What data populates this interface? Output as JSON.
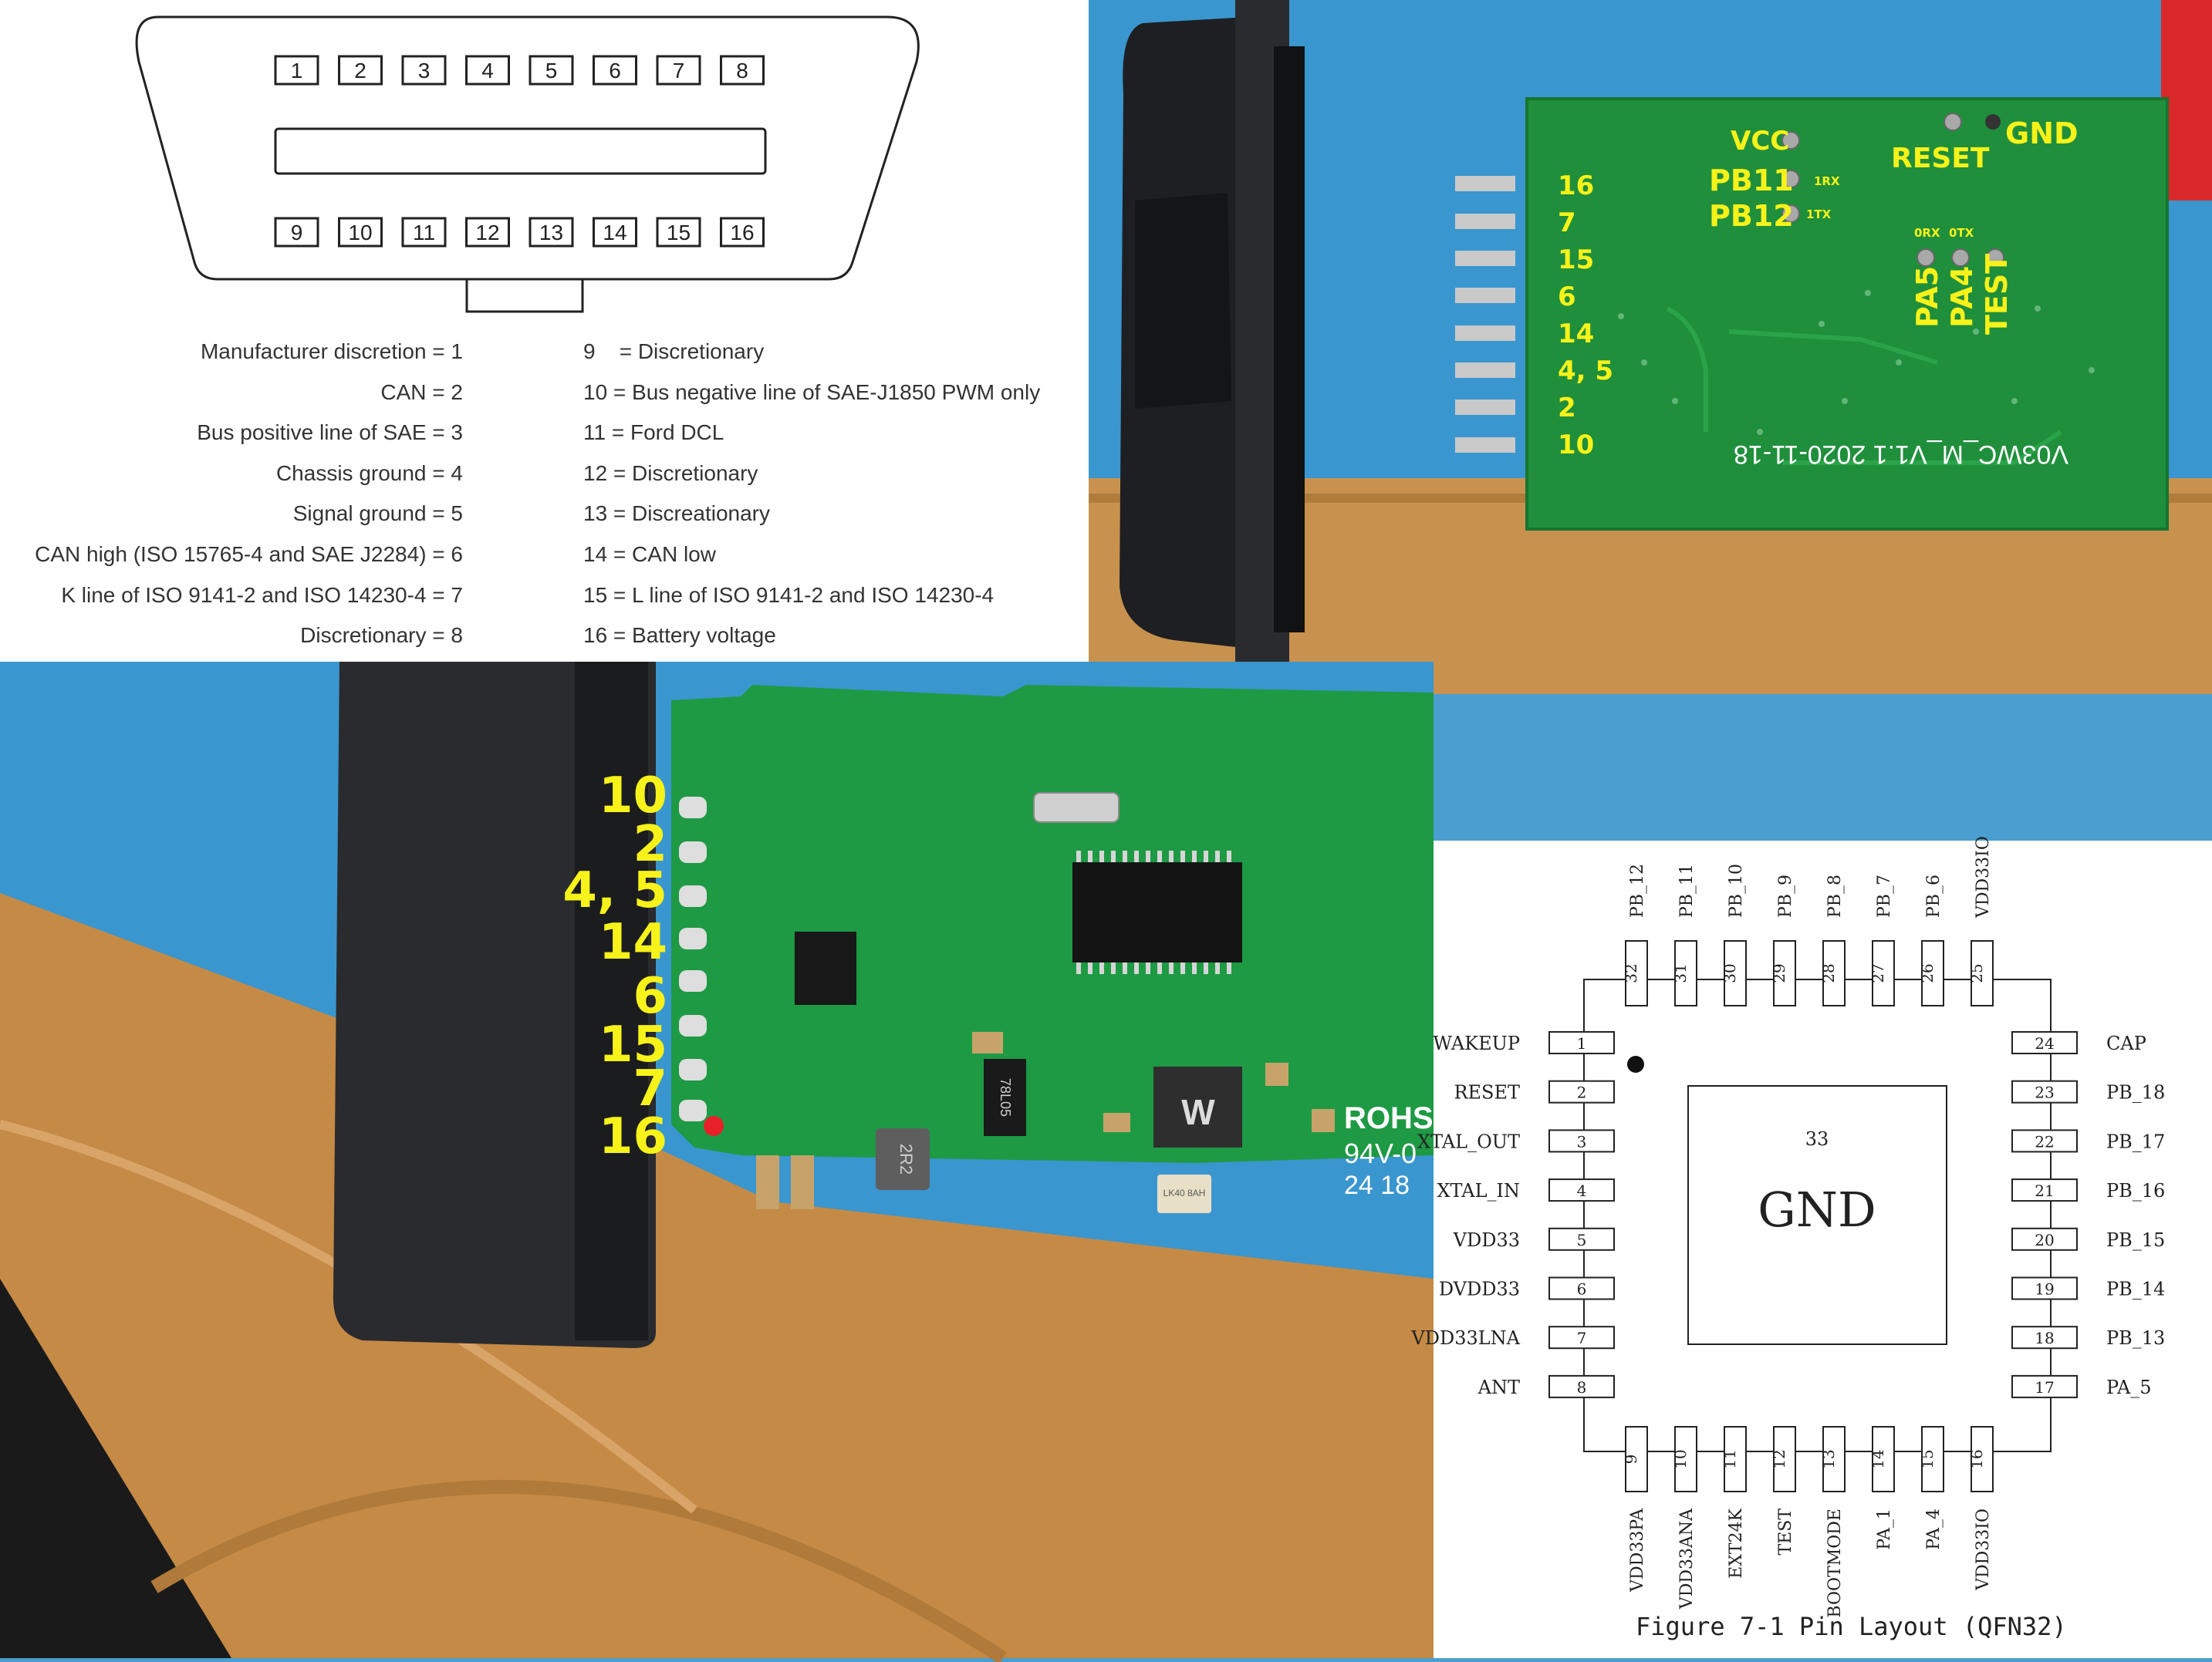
{
  "obd_connector": {
    "top_pins": [
      "1",
      "2",
      "3",
      "4",
      "5",
      "6",
      "7",
      "8"
    ],
    "bottom_pins": [
      "9",
      "10",
      "11",
      "12",
      "13",
      "14",
      "15",
      "16"
    ],
    "left_legend": [
      "Manufacturer discretion = 1",
      "CAN = 2",
      "Bus positive line of SAE = 3",
      "Chassis ground = 4",
      "Signal ground = 5",
      "CAN high (ISO 15765-4 and SAE J2284) = 6",
      "K line of ISO 9141-2 and ISO 14230-4 = 7",
      "Discretionary = 8"
    ],
    "right_legend": [
      "9    = Discretionary",
      "10 = Bus negative line of SAE-J1850 PWM only",
      "11 = Ford DCL",
      "12 = Discretionary",
      "13 = Discreationary",
      "14 = CAN low",
      "15 = L line of ISO 9141-2 and ISO 14230-4",
      "16 = Battery voltage"
    ]
  },
  "pcb_back": {
    "connector_pin_labels": [
      "16",
      "7",
      "15",
      "6",
      "14",
      "4, 5",
      "2",
      "10"
    ],
    "pad_labels": {
      "vcc": "VCC",
      "reset": "RESET",
      "gnd": "GND",
      "pb11": "PB11",
      "pb12": "PB12",
      "pa5": "PA5",
      "pa4": "PA4",
      "test": "TEST"
    },
    "small_labels": {
      "rx1": "1RX",
      "tx1": "1TX",
      "rx0": "0RX",
      "tx0": "0TX"
    },
    "silkscreen": "V03WC_M_V1.1   2020-11-18"
  },
  "pcb_front": {
    "connector_pin_labels": [
      "10",
      "2",
      "4, 5",
      "14",
      "6",
      "15",
      "7",
      "16"
    ],
    "silkscreen": [
      "ROHS",
      "94V-0",
      "24 18"
    ],
    "component_marks": [
      "2R2",
      "78L05",
      "LK40 8AH"
    ]
  },
  "qfn_pinout": {
    "center_number": "33",
    "center_label": "GND",
    "top_pins": [
      {
        "num": "32",
        "name": "PB_12"
      },
      {
        "num": "31",
        "name": "PB_11"
      },
      {
        "num": "30",
        "name": "PB_10"
      },
      {
        "num": "29",
        "name": "PB_9"
      },
      {
        "num": "28",
        "name": "PB_8"
      },
      {
        "num": "27",
        "name": "PB_7"
      },
      {
        "num": "26",
        "name": "PB_6"
      },
      {
        "num": "25",
        "name": "VDD33IO"
      }
    ],
    "left_pins": [
      {
        "num": "1",
        "name": "WAKEUP"
      },
      {
        "num": "2",
        "name": "RESET"
      },
      {
        "num": "3",
        "name": "XTAL_OUT"
      },
      {
        "num": "4",
        "name": "XTAL_IN"
      },
      {
        "num": "5",
        "name": "VDD33"
      },
      {
        "num": "6",
        "name": "DVDD33"
      },
      {
        "num": "7",
        "name": "VDD33LNA"
      },
      {
        "num": "8",
        "name": "ANT"
      }
    ],
    "right_pins": [
      {
        "num": "24",
        "name": "CAP"
      },
      {
        "num": "23",
        "name": "PB_18"
      },
      {
        "num": "22",
        "name": "PB_17"
      },
      {
        "num": "21",
        "name": "PB_16"
      },
      {
        "num": "20",
        "name": "PB_15"
      },
      {
        "num": "19",
        "name": "PB_14"
      },
      {
        "num": "18",
        "name": "PB_13"
      },
      {
        "num": "17",
        "name": "PA_5"
      }
    ],
    "bottom_pins": [
      {
        "num": "9",
        "name": "VDD33PA"
      },
      {
        "num": "10",
        "name": "VDD33ANA"
      },
      {
        "num": "11",
        "name": "EXT24K"
      },
      {
        "num": "12",
        "name": "TEST"
      },
      {
        "num": "13",
        "name": "BOOTMODE"
      },
      {
        "num": "14",
        "name": "PA_1"
      },
      {
        "num": "15",
        "name": "PA_4"
      },
      {
        "num": "16",
        "name": "VDD33IO"
      }
    ],
    "caption": "Figure 7-1 Pin Layout (QFN32)"
  }
}
